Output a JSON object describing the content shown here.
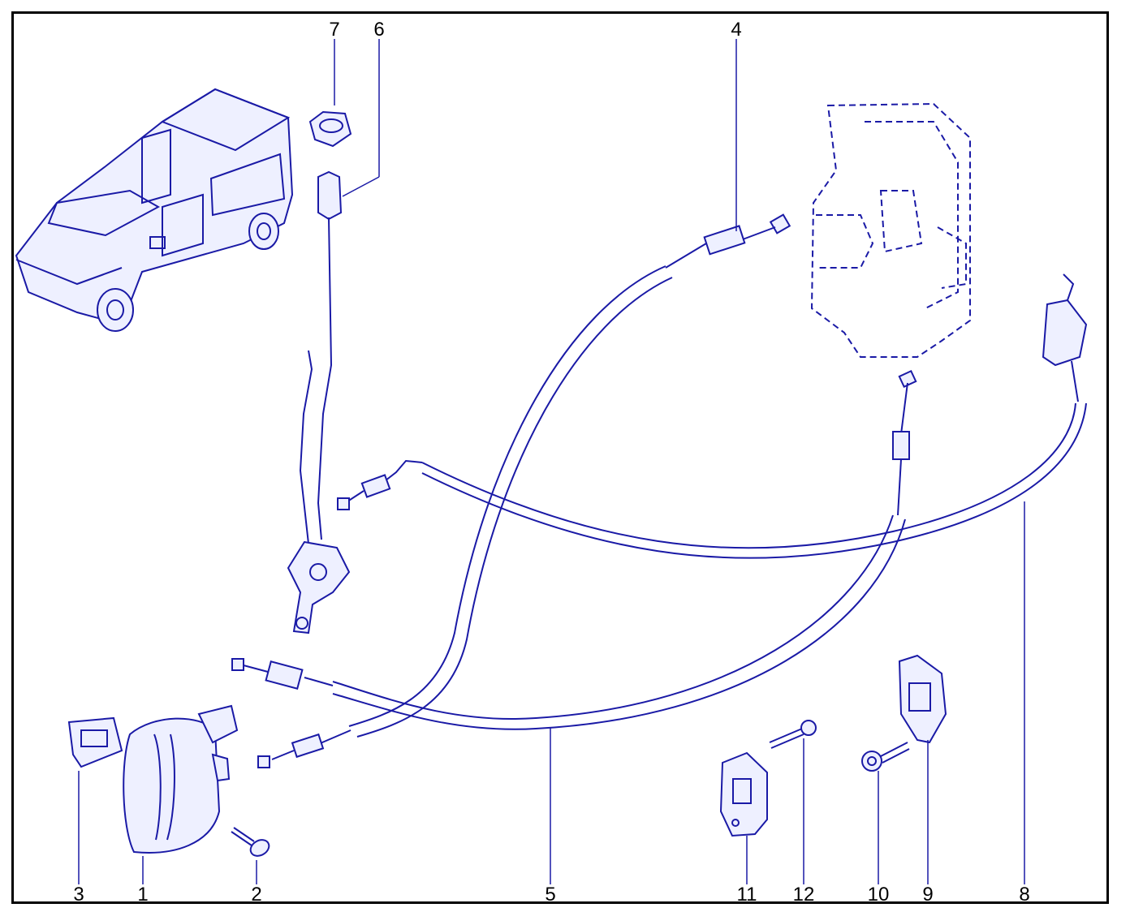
{
  "callouts": [
    {
      "id": "1",
      "label": "1"
    },
    {
      "id": "2",
      "label": "2"
    },
    {
      "id": "3",
      "label": "3"
    },
    {
      "id": "4",
      "label": "4"
    },
    {
      "id": "5",
      "label": "5"
    },
    {
      "id": "6",
      "label": "6"
    },
    {
      "id": "7",
      "label": "7"
    },
    {
      "id": "8",
      "label": "8"
    },
    {
      "id": "9",
      "label": "9"
    },
    {
      "id": "10",
      "label": "10"
    },
    {
      "id": "11",
      "label": "11"
    },
    {
      "id": "12",
      "label": "12"
    }
  ],
  "colors": {
    "line": "#1a1aa6",
    "fill": "#eef0ff",
    "border": "#000000",
    "background": "#ffffff"
  }
}
